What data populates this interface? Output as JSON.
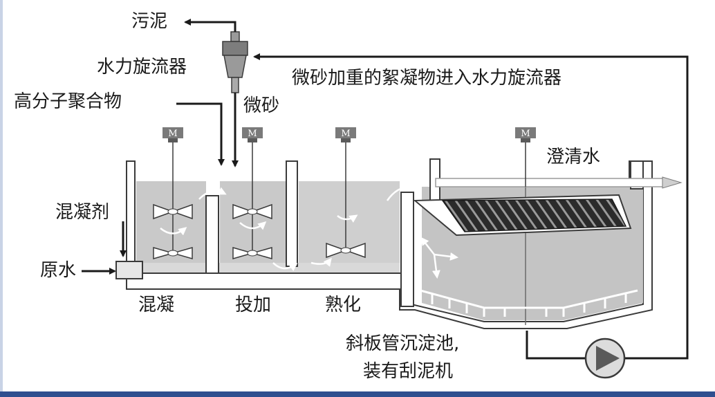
{
  "labels": {
    "sludge": "污泥",
    "hydrocyclone": "水力旋流器",
    "polymer": "高分子聚合物",
    "microsand": "微砂",
    "return_flow": "微砂加重的絮凝物进入水力旋流器",
    "clear_water": "澄清水",
    "coagulant": "混凝剂",
    "raw_water": "原水",
    "zone_coagulation": "混凝",
    "zone_dosing": "投加",
    "zone_maturation": "熟化",
    "settler_line1": "斜板管沉淀池,",
    "settler_line2": "装有刮泥机"
  },
  "motor_label": "M",
  "icons": [
    "motor-icon",
    "mixer-impeller-icon",
    "pump-icon",
    "flow-arrow-icon",
    "hydrocyclone-icon",
    "inclined-plate-pack-icon"
  ],
  "colors": {
    "water": "#c9c9c9",
    "water_light": "#dcdcdc",
    "wall": "#ffffff",
    "outline": "#3a3a3a",
    "motor": "#7a7a7a",
    "accent_bar": "#2f4f8f"
  }
}
